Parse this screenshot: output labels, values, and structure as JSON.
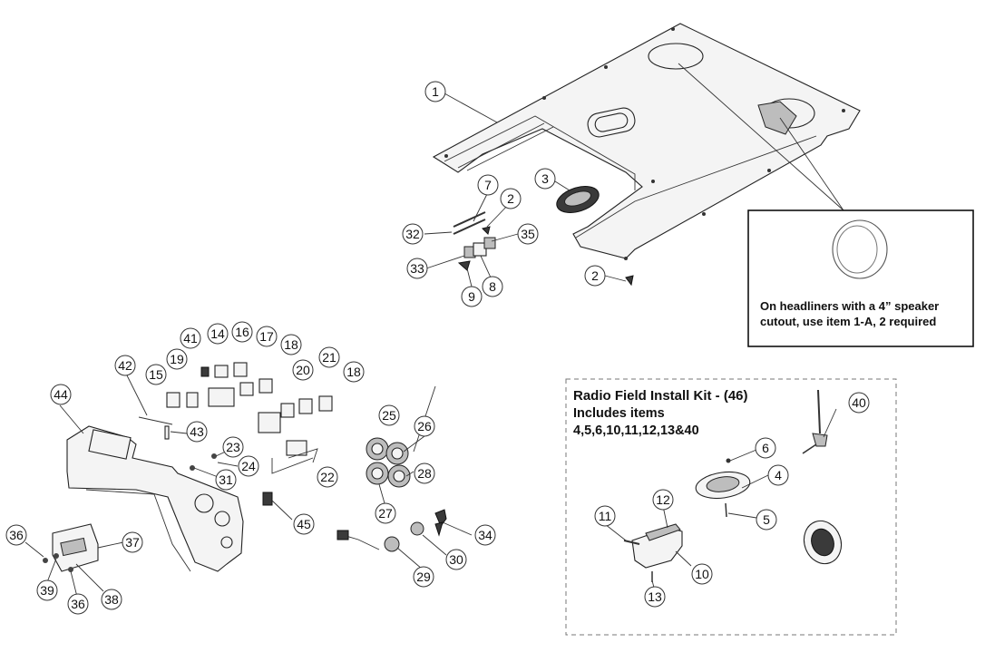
{
  "callouts": [
    {
      "id": "c1",
      "label": "1"
    },
    {
      "id": "c2a",
      "label": "2"
    },
    {
      "id": "c2b",
      "label": "2"
    },
    {
      "id": "c3",
      "label": "3"
    },
    {
      "id": "c4",
      "label": "4"
    },
    {
      "id": "c5",
      "label": "5"
    },
    {
      "id": "c6",
      "label": "6"
    },
    {
      "id": "c7",
      "label": "7"
    },
    {
      "id": "c8",
      "label": "8"
    },
    {
      "id": "c9",
      "label": "9"
    },
    {
      "id": "c10",
      "label": "10"
    },
    {
      "id": "c11",
      "label": "11"
    },
    {
      "id": "c12",
      "label": "12"
    },
    {
      "id": "c13",
      "label": "13"
    },
    {
      "id": "c14",
      "label": "14"
    },
    {
      "id": "c15",
      "label": "15"
    },
    {
      "id": "c16",
      "label": "16"
    },
    {
      "id": "c17",
      "label": "17"
    },
    {
      "id": "c18a",
      "label": "18"
    },
    {
      "id": "c18b",
      "label": "18"
    },
    {
      "id": "c19",
      "label": "19"
    },
    {
      "id": "c20",
      "label": "20"
    },
    {
      "id": "c21",
      "label": "21"
    },
    {
      "id": "c22",
      "label": "22"
    },
    {
      "id": "c23",
      "label": "23"
    },
    {
      "id": "c24",
      "label": "24"
    },
    {
      "id": "c25",
      "label": "25"
    },
    {
      "id": "c26",
      "label": "26"
    },
    {
      "id": "c27",
      "label": "27"
    },
    {
      "id": "c28",
      "label": "28"
    },
    {
      "id": "c29",
      "label": "29"
    },
    {
      "id": "c30",
      "label": "30"
    },
    {
      "id": "c31",
      "label": "31"
    },
    {
      "id": "c32",
      "label": "32"
    },
    {
      "id": "c33",
      "label": "33"
    },
    {
      "id": "c34",
      "label": "34"
    },
    {
      "id": "c35",
      "label": "35"
    },
    {
      "id": "c36a",
      "label": "36"
    },
    {
      "id": "c36b",
      "label": "36"
    },
    {
      "id": "c37",
      "label": "37"
    },
    {
      "id": "c38",
      "label": "38"
    },
    {
      "id": "c39",
      "label": "39"
    },
    {
      "id": "c40",
      "label": "40"
    },
    {
      "id": "c41",
      "label": "41"
    },
    {
      "id": "c42",
      "label": "42"
    },
    {
      "id": "c43",
      "label": "43"
    },
    {
      "id": "c44",
      "label": "44"
    },
    {
      "id": "c45",
      "label": "45"
    }
  ],
  "speaker_note": {
    "line1": "On  headliners with a 4” speaker",
    "line2": "cutout, use item 1-A, 2 required"
  },
  "radio_kit": {
    "title": "Radio Field Install Kit - (46)",
    "line2": "Includes items",
    "line3": "4,5,6,10,11,12,13&40"
  }
}
